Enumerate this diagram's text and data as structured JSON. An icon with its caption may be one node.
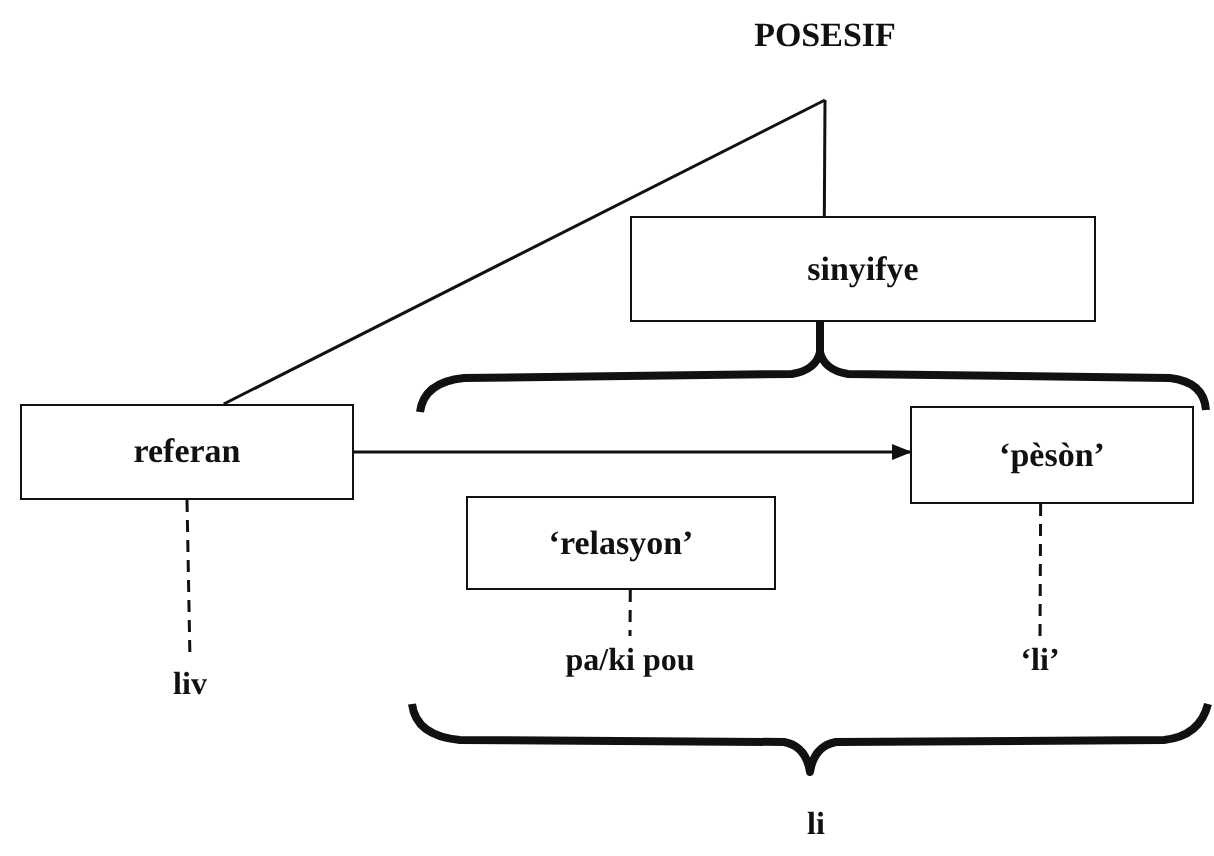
{
  "diagram": {
    "nodes": [
      {
        "text": [
          "POSESIF"
        ]
      },
      {
        "text": [
          "referan"
        ]
      },
      {
        "text": [
          "sinyifye"
        ]
      },
      {
        "text": [
          "‘pèsòn’"
        ]
      },
      {
        "text": [
          "‘relasyon’"
        ]
      },
      {
        "text": [
          "liv"
        ]
      },
      {
        "text": [
          "pa/ki pou"
        ]
      },
      {
        "text": [
          "‘li’"
        ]
      },
      {
        "text": [
          "li"
        ]
      }
    ],
    "edges": [
      {
        "from": 0,
        "to": 1,
        "arrow": "none"
      },
      {
        "from": 0,
        "to": 2,
        "arrow": "none"
      },
      {
        "from": 1,
        "to": 3,
        "arrow": "to"
      },
      {
        "from": 1,
        "to": 5,
        "arrow": "none",
        "style": "dashed"
      },
      {
        "from": 4,
        "to": 6,
        "arrow": "none",
        "style": "dashed"
      },
      {
        "from": 3,
        "to": 7,
        "arrow": "none",
        "style": "dashed"
      }
    ]
  }
}
